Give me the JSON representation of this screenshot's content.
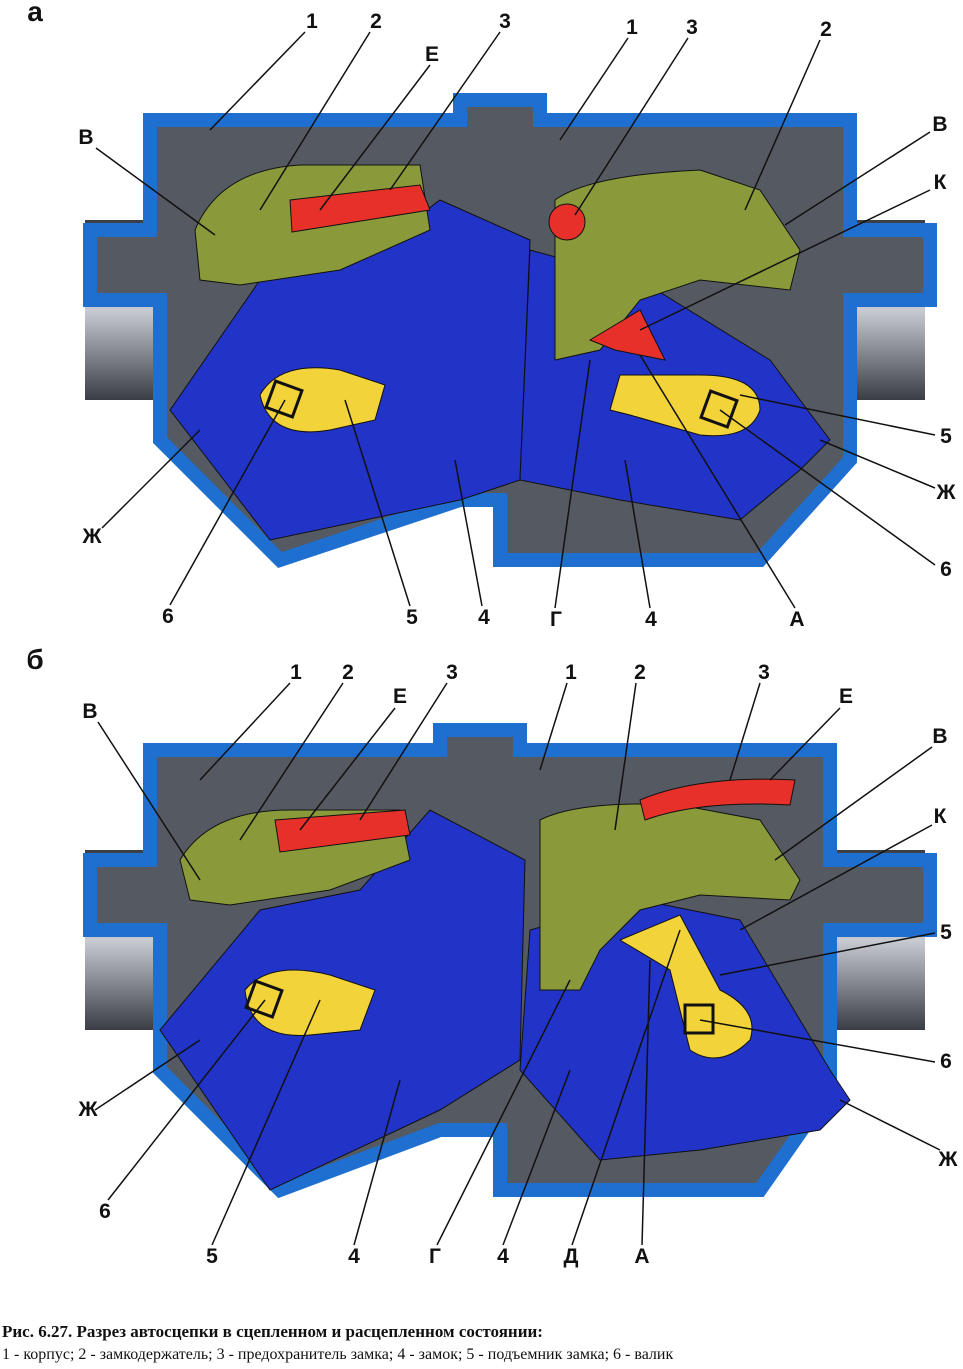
{
  "panel_a": {
    "letter": "а",
    "labels": [
      "1",
      "2",
      "3",
      "Е",
      "В",
      "1",
      "3",
      "2",
      "В",
      "К",
      "5",
      "Ж",
      "6",
      "А",
      "4",
      "Г",
      "4",
      "5",
      "6",
      "Ж"
    ]
  },
  "panel_b": {
    "letter": "б",
    "labels": [
      "1",
      "2",
      "3",
      "Е",
      "В",
      "1",
      "2",
      "3",
      "Е",
      "В",
      "К",
      "5",
      "6",
      "Ж",
      "А",
      "Д",
      "4",
      "Г",
      "4",
      "5",
      "6",
      "Ж"
    ]
  },
  "caption": {
    "title": "Рис. 6.27. Разрез автосцепки в сцепленном и расцепленном состоянии:",
    "legend": "1 - корпус; 2 - замкодержатель; 3 - предохранитель замка; 4 - замок; 5 - подъемник замка; 6 - валик"
  },
  "colors": {
    "housing": "#1f6fd0",
    "lock": "#2233c8",
    "holder": "#8a9a3a",
    "fuse": "#e8302a",
    "lifter": "#f2d33a",
    "interior": "#7a7f88"
  }
}
